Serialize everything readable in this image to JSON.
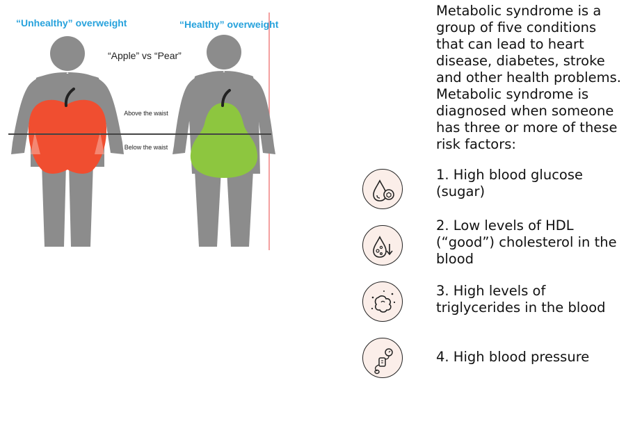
{
  "figure": {
    "unhealthy_label": "“Unhealthy” overweight",
    "healthy_label": "“Healthy” overweight",
    "comparison_label": "“Apple” vs “Pear”",
    "above_waist": "Above the waist",
    "below_waist": "Below the waist",
    "colors": {
      "apple": "#f04e30",
      "pear": "#8dc63f",
      "body": "#8c8c8c",
      "accent": "#27a2dc"
    }
  },
  "intro_text": "Metabolic syndrome is a group of five conditions that can lead to heart disease, diabetes, stroke and other health problems. Metabolic syndrome is diagnosed when someone has three or more of these risk factors:",
  "risk_factors": [
    {
      "text": "1. High blood glucose (sugar)",
      "icon": "blood-glucose-icon"
    },
    {
      "text": "2. Low levels of HDL (“good”) cholesterol in the blood",
      "icon": "cholesterol-icon"
    },
    {
      "text": "3. High levels of triglycerides in the blood",
      "icon": "triglycerides-icon"
    },
    {
      "text": "4. High blood pressure",
      "icon": "blood-pressure-icon"
    }
  ]
}
